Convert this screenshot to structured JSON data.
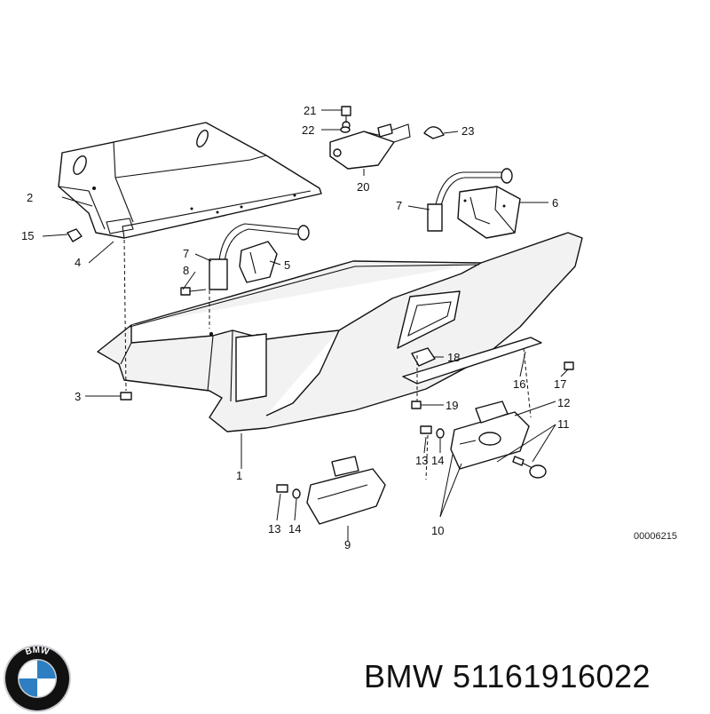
{
  "diagram": {
    "code": "00006215",
    "callouts": {
      "c1": "1",
      "c2": "2",
      "c3": "3",
      "c4": "4",
      "c5": "5",
      "c6": "6",
      "c7a": "7",
      "c7b": "7",
      "c8": "8",
      "c9": "9",
      "c10": "10",
      "c11": "11",
      "c12": "12",
      "c13a": "13",
      "c13b": "13",
      "c14a": "14",
      "c14b": "14",
      "c15": "15",
      "c16": "16",
      "c17": "17",
      "c18": "18",
      "c19": "19",
      "c20": "20",
      "c21": "21",
      "c22": "22",
      "c23": "23"
    }
  },
  "footer": {
    "brand": "BMW",
    "part_number": "51161916022",
    "logo_letters": "BMW",
    "logo_colors": {
      "ring": "#111111",
      "blue": "#2d7fc1",
      "white": "#ffffff",
      "silver": "#c9ccd0"
    }
  }
}
